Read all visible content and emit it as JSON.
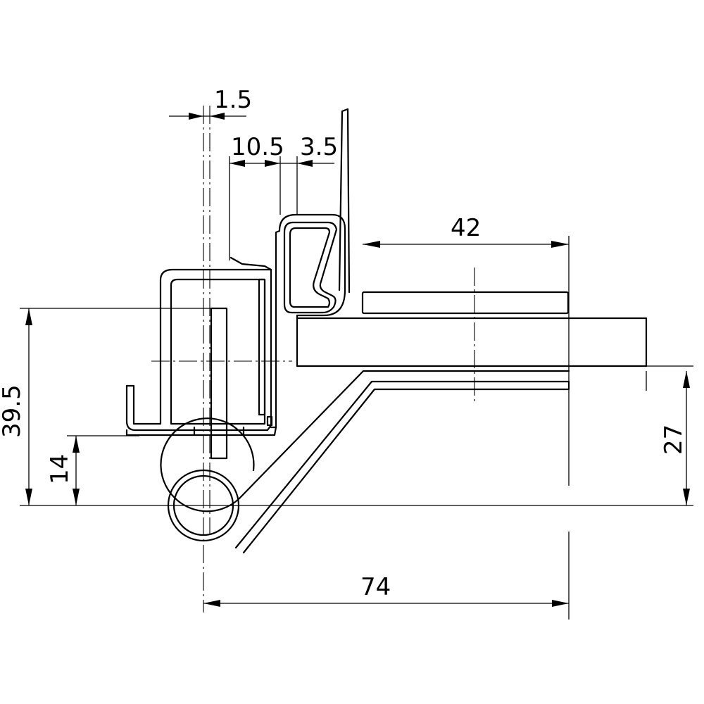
{
  "dimensions": {
    "gap_top": "1.5",
    "width_left": "10.5",
    "width_right": "3.5",
    "plate_length": "42",
    "height_total": "39.5",
    "height_low": "14",
    "height_right": "27",
    "overall_length": "74"
  }
}
